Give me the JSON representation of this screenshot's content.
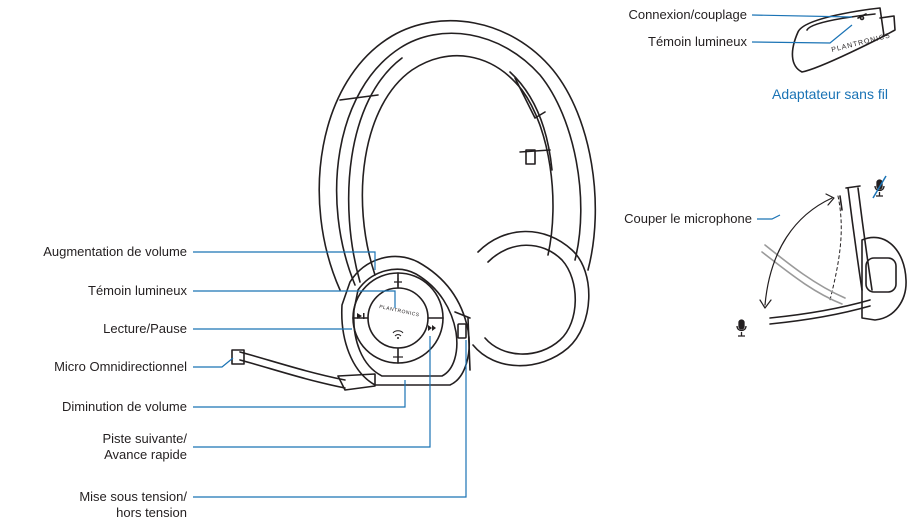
{
  "colors": {
    "leader": "#1a73b5",
    "outline": "#231f20",
    "caption": "#1a73b5"
  },
  "labels": {
    "connexion": "Connexion/couplage",
    "temoin_adapter": "Témoin lumineux",
    "adapter_caption": "Adaptateur sans fil",
    "mute": "Couper le microphone",
    "vol_up": "Augmentation de volume",
    "temoin_headset": "Témoin lumineux",
    "play_pause": "Lecture/Pause",
    "micro": "Micro Omnidirectionnel",
    "vol_down": "Diminution de volume",
    "next_track_1": "Piste suivante/",
    "next_track_2": "Avance rapide",
    "power_1": "Mise sous tension/",
    "power_2": "hors tension"
  },
  "brand_text": "PLANTRONICS",
  "icons": [
    "mic-icon",
    "mic-muted-icon",
    "play-pause-icon",
    "next-track-icon",
    "power-switch-icon",
    "connect-icon"
  ]
}
